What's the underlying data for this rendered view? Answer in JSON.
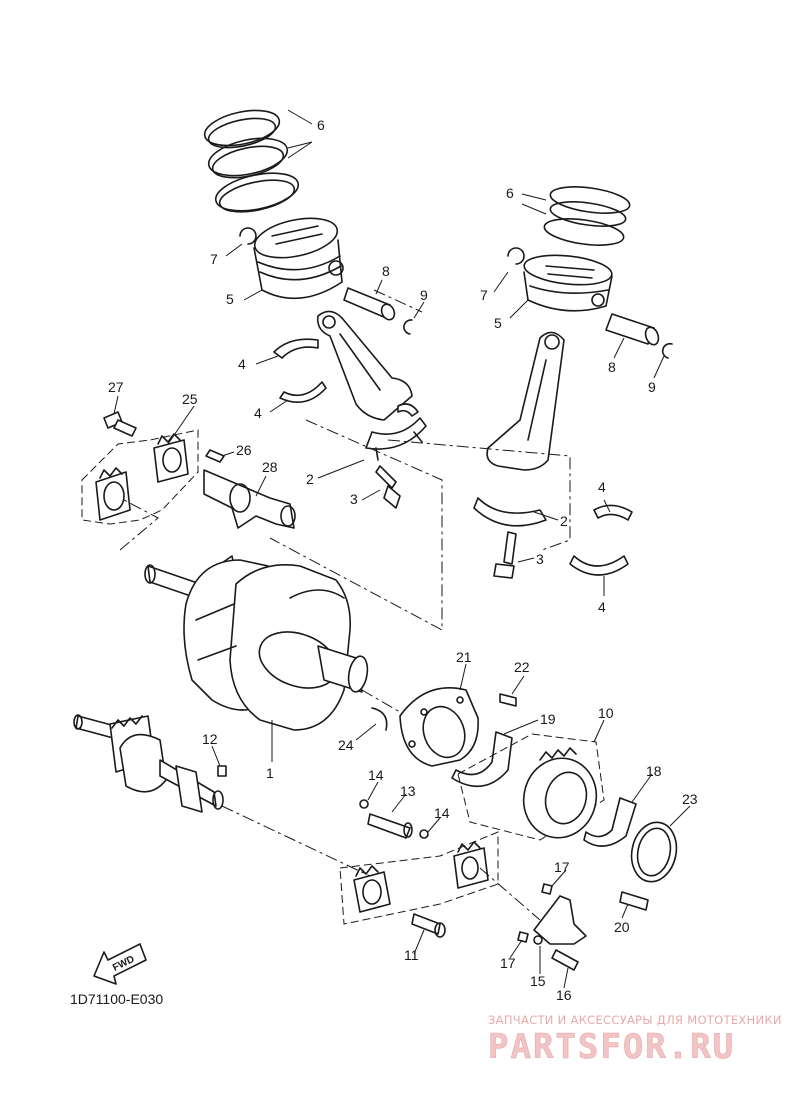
{
  "diagram_code": "1D71100-E030",
  "direction_label": "FWD",
  "watermark": {
    "tagline": "ЗАПЧАСТИ И АКСЕССУАРЫ ДЛЯ МОТОТЕХНИКИ",
    "logo_text": "PARTSFOR.RU"
  },
  "callouts": {
    "c1": "1",
    "c2a": "2",
    "c2b": "2",
    "c3a": "3",
    "c3b": "3",
    "c4a": "4",
    "c4b": "4",
    "c4c": "4",
    "c4d": "4",
    "c5a": "5",
    "c5b": "5",
    "c6a": "6",
    "c6b": "6",
    "c7a": "7",
    "c7b": "7",
    "c8a": "8",
    "c8b": "8",
    "c9a": "9",
    "c9b": "9",
    "c10": "10",
    "c11": "11",
    "c12": "12",
    "c13": "13",
    "c14a": "14",
    "c14b": "14",
    "c15": "15",
    "c16": "16",
    "c17a": "17",
    "c17b": "17",
    "c18": "18",
    "c19": "19",
    "c20": "20",
    "c21": "21",
    "c22": "22",
    "c23": "23",
    "c24": "24",
    "c25": "25",
    "c26": "26",
    "c27": "27",
    "c28": "28"
  }
}
